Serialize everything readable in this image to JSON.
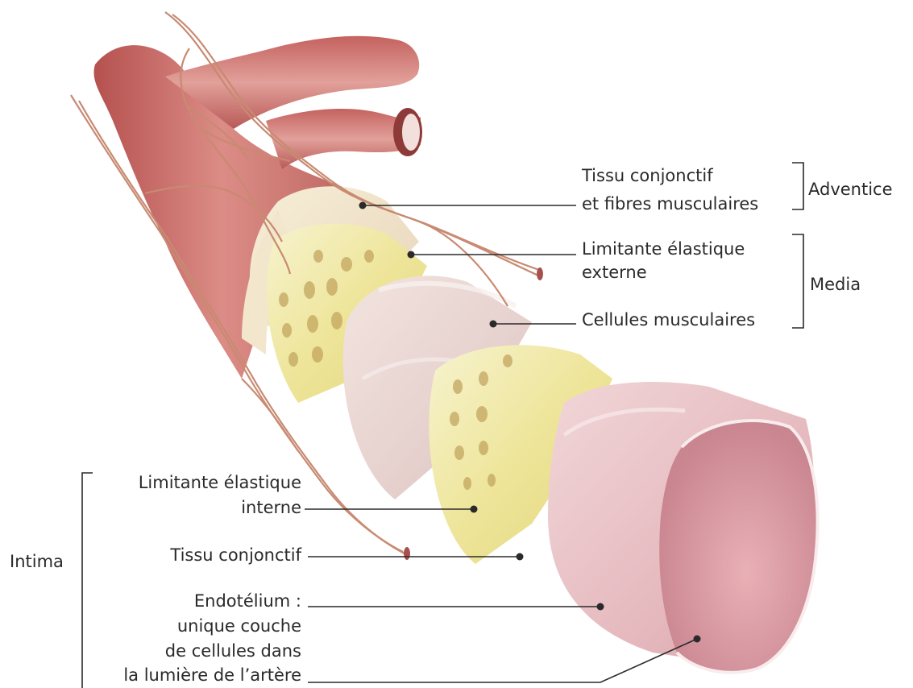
{
  "labels": {
    "adventice_tissue_line1": "Tissu conjonctif",
    "adventice_tissue_line2": "et fibres musculaires",
    "adventice": "Adventice",
    "media_external_line1": "Limitante élastique",
    "media_external_line2": "externe",
    "media": "Media",
    "media_muscle_cells": "Cellules musculaires",
    "intima_internal_line1": "Limitante élastique",
    "intima_internal_line2": "interne",
    "intima_connective": "Tissu conjonctif",
    "intima": "Intima",
    "endothelium_line1": "Endotélium :",
    "endothelium_line2": "unique couche",
    "endothelium_line3": "de cellules dans",
    "endothelium_line4": "la lumière de l’artère"
  },
  "colors": {
    "artery_red": "#c96a65",
    "artery_dark": "#a8504d",
    "elastic_yellow": "#f1eaa8",
    "intima_pink": "#e9c4c8",
    "lumen_pink": "#d89aa3",
    "vessel_line": "#c88a72",
    "leader_line": "#2a2a2a"
  }
}
